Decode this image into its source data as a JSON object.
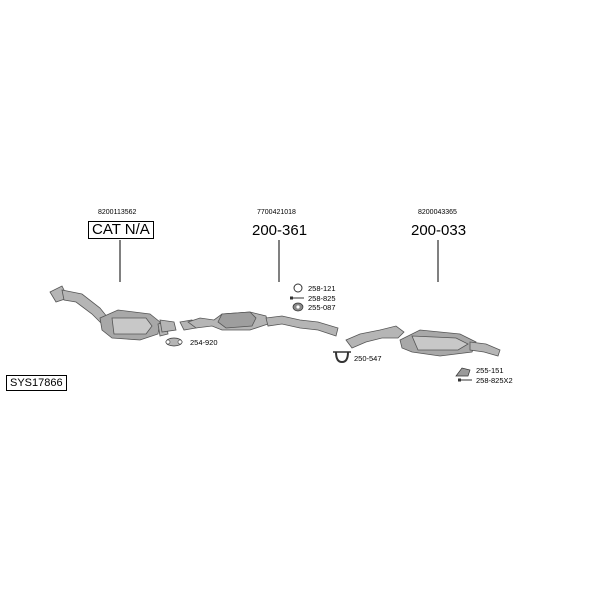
{
  "diagram": {
    "system_code": "SYS17866",
    "groups": [
      {
        "oe_number": "8200113562",
        "part_label": "CAT N/A",
        "boxed": true
      },
      {
        "oe_number": "7700421018",
        "part_label": "200-361",
        "boxed": false
      },
      {
        "oe_number": "8200043365",
        "part_label": "200-033",
        "boxed": false
      }
    ],
    "accessories": [
      {
        "code": "254-920",
        "icon": "clamp-ring-icon"
      },
      {
        "code": "258-121",
        "icon": "gasket-ring-icon"
      },
      {
        "code": "258-825",
        "icon": "bolt-icon"
      },
      {
        "code": "255-087",
        "icon": "rubber-mount-icon"
      },
      {
        "code": "250-547",
        "icon": "u-clamp-icon"
      },
      {
        "code": "255-151",
        "icon": "bracket-icon"
      },
      {
        "code": "258-825X2",
        "icon": "bolt-icon"
      }
    ],
    "colors": {
      "line": "#000000",
      "part_fill": "#b0b0b0",
      "part_stroke": "#555555"
    }
  }
}
